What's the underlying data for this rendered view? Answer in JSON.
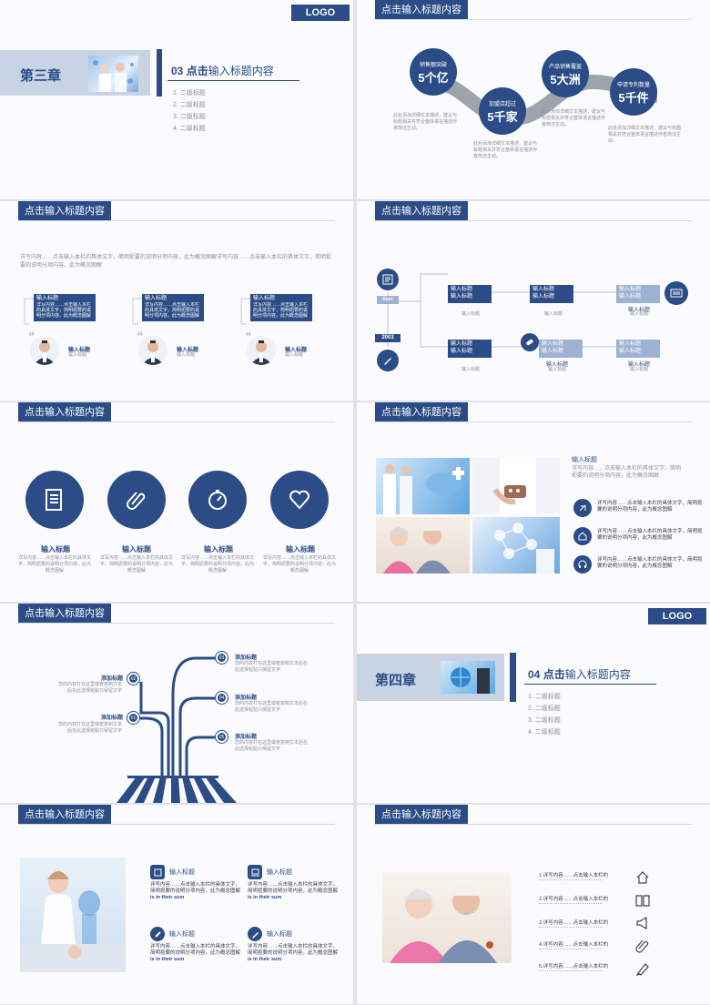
{
  "logo": "LOGO",
  "slide1": {
    "chapter": "第三章",
    "num": "03",
    "title_a": "点击",
    "title_b": "输入标题内容",
    "items": [
      "1.  二级标题",
      "2.  二级标题",
      "3.  二级标题",
      "4.  二级标题"
    ]
  },
  "slide2": {
    "header": "点击输入标题内容",
    "stats": [
      {
        "label": "销售额突破",
        "value": "5个亿"
      },
      {
        "label": "加盟店超过",
        "value": "5千家"
      },
      {
        "label": "产品销售覆盖",
        "value": "5大洲"
      },
      {
        "label": "申请专利数量",
        "value": "5千件"
      }
    ],
    "desc": "此处添加详细文本描述，建议与标题相关并符合整体语言描述作者简洁生动。",
    "desc2": "此处添加详细文本描述，建议与标题相关并符合整体语言描述作者简洁生动。"
  },
  "slide3": {
    "header": "点击输入标题内容",
    "para": "详写内容……点击输入本栏的具体文字，简明扼要的说明分项内容，此为概念图解详写内容……点击输入本栏的具体文字，简明扼要的说明分项内容，此为概念图解",
    "cards": [
      {
        "title": "输入标题",
        "body": "详写内容……点击输入本栏的具体文字，简明扼要的说明分项内容。此为概念图解",
        "name": "输入标题",
        "sub": "输入标题"
      },
      {
        "title": "输入标题",
        "body": "详写内容……点击输入本栏的具体文字，简明扼要的说明分项内容。此为概念图解",
        "name": "输入标题",
        "sub": "输入标题"
      },
      {
        "title": "输入标题",
        "body": "详写内容……点击输入本栏的具体文字，简明扼要的说明分项内容。此为概念图解",
        "name": "输入标题",
        "sub": "输入标题"
      }
    ]
  },
  "slide4": {
    "header": "点击输入标题内容",
    "start": "Start",
    "year": "2003",
    "box": "输入标题",
    "sub": "输入标题"
  },
  "slide5": {
    "header": "点击输入标题内容",
    "items": [
      {
        "title": "输入标题",
        "desc": "详写内容……点击输入本栏的具体文字，简明扼要的说明分项内容，此为概念图解"
      },
      {
        "title": "输入标题",
        "desc": "详写内容……点击输入本栏的具体文字，简明扼要的说明分项内容，此为概念图解"
      },
      {
        "title": "输入标题",
        "desc": "详写内容……点击输入本栏的具体文字，简明扼要的说明分项内容，此为概念图解"
      },
      {
        "title": "输入标题",
        "desc": "详写内容……点击输入本栏的具体文字，简明扼要的说明分项内容，此为概念图解"
      }
    ]
  },
  "slide6": {
    "header": "点击输入标题内容",
    "title": "输入标题",
    "para": "详写内容……点击输入本栏的具体文字，简明扼要的说明分项内容，此为概念图解",
    "items": [
      "详写内容……点击输入本栏的具体文字，简明扼要的说明分项内容，此为概念图解",
      "详写内容……点击输入本栏的具体文字，简明扼要的说明分项内容，此为概念图解",
      "详写内容……点击输入本栏的具体文字，简明扼要的说明分项内容，此为概念图解"
    ]
  },
  "slide7": {
    "header": "点击输入标题内容",
    "nodes": [
      {
        "n": "01",
        "t": "添加标题",
        "d": "您的内容打在这里或者复制文本后在此选择粘贴只保留文字"
      },
      {
        "n": "02",
        "t": "添加标题",
        "d": "您的内容打在这里或者复制文本后在此选择粘贴只保留文字"
      },
      {
        "n": "03",
        "t": "添加标题",
        "d": "您的内容打在这里或者复制文本后在此选择粘贴只保留文字"
      },
      {
        "n": "04",
        "t": "添加标题",
        "d": "您的内容打在这里或者复制文本后在此选择粘贴只保留文字"
      },
      {
        "n": "05",
        "t": "添加标题",
        "d": "您的内容打在这里或者复制文本后在此选择粘贴只保留文字"
      }
    ]
  },
  "slide8": {
    "chapter": "第四章",
    "num": "04",
    "title_a": "点击",
    "title_b": "输入标题内容",
    "items": [
      "1.  二级标题",
      "2.  二级标题",
      "3.  二级标题",
      "4.  二级标题"
    ]
  },
  "slide9": {
    "header": "点击输入标题内容",
    "items": [
      {
        "t": "输入标题",
        "d": "详写内容……点击输入本栏的具体文字，简明扼要的说明分项内容，此为概念图解",
        "e": "is in their sum"
      },
      {
        "t": "输入标题",
        "d": "详写内容……点击输入本栏的具体文字，简明扼要的说明分项内容，此为概念图解",
        "e": "is in their sum"
      },
      {
        "t": "输入标题",
        "d": "详写内容……点击输入本栏的具体文字，简明扼要的说明分项内容，此为概念图解",
        "e": "is in their sum"
      },
      {
        "t": "输入标题",
        "d": "详写内容……点击输入本栏的具体文字，简明扼要的说明分项内容，此为概念图解",
        "e": "is in their sum"
      }
    ]
  },
  "slide10": {
    "header": "点击输入标题内容",
    "items": [
      "1.详写内容……点击输入本栏的",
      "2.详写内容……点击输入本栏的",
      "3.详写内容……点击输入本栏的",
      "4.详写内容……点击输入本栏的",
      "5.详写内容……点击输入本栏的"
    ]
  }
}
